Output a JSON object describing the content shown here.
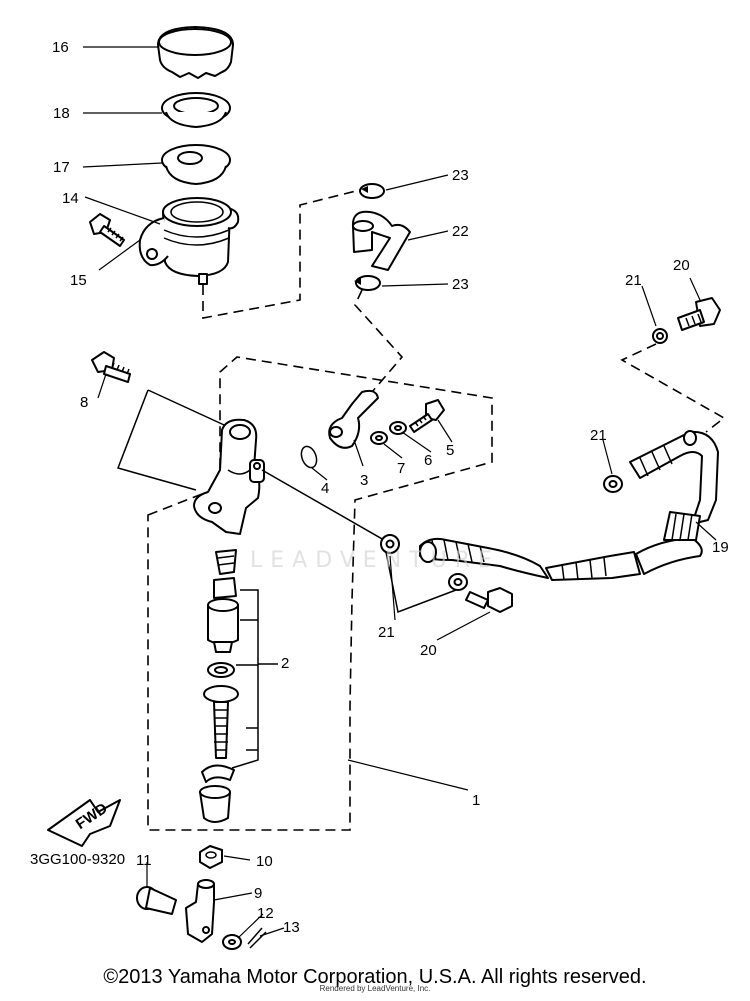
{
  "diagram_code": "3GG100-9320",
  "arrow_label": "FWD",
  "copyright": "©2013 Yamaha Motor Corporation, U.S.A. All rights reserved.",
  "rendered_by": "Rendered by LeadVenture, Inc.",
  "watermark": "LEADVENTURE",
  "callouts": {
    "c1": "1",
    "c2": "2",
    "c3": "3",
    "c4": "4",
    "c5": "5",
    "c6": "6",
    "c7": "7",
    "c8": "8",
    "c9": "9",
    "c10": "10",
    "c11": "11",
    "c12": "12",
    "c13": "13",
    "c14": "14",
    "c15": "15",
    "c16": "16",
    "c17": "17",
    "c18": "18",
    "c19": "19",
    "c20a": "20",
    "c20b": "20",
    "c21a": "21",
    "c21b": "21",
    "c21c": "21",
    "c22": "22",
    "c23a": "23",
    "c23b": "23"
  }
}
